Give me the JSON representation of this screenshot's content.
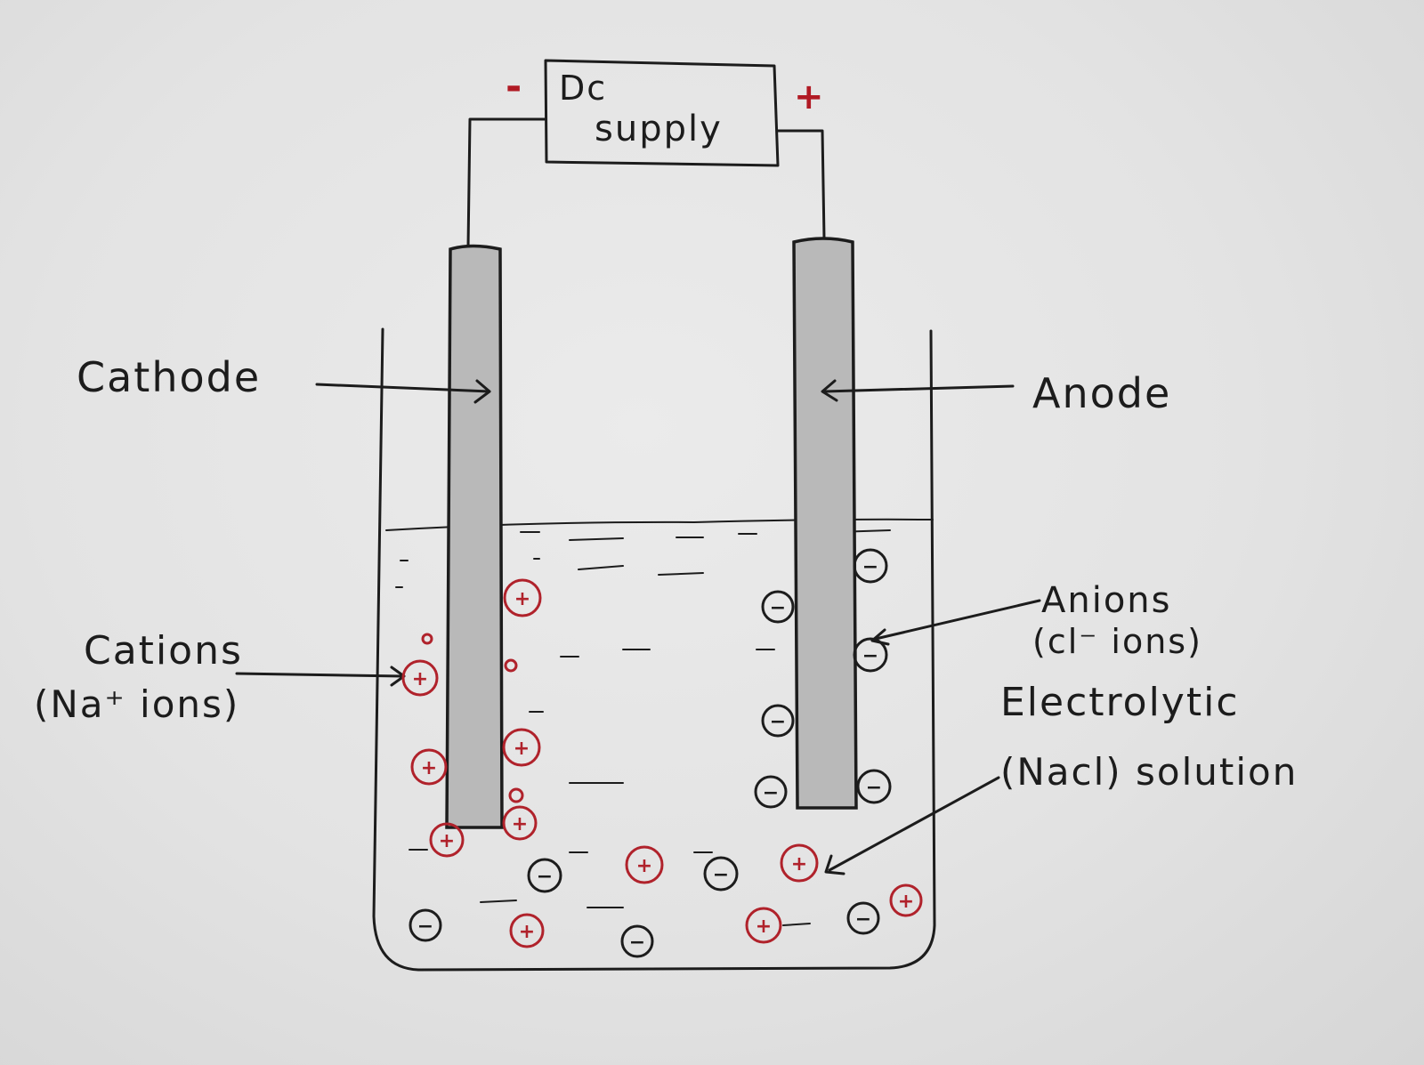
{
  "supply": {
    "label_line1": "Dc",
    "label_line2": "supply",
    "negative_sign": "-",
    "positive_sign": "+"
  },
  "labels": {
    "cathode": "Cathode",
    "anode": "Anode",
    "cations_line1": "Cations",
    "cations_line2": "(Na⁺ ions)",
    "anions_line1": "Anions",
    "anions_line2": "(cl⁻ ions)",
    "electrolyte_line1": "Electrolytic",
    "electrolyte_line2": "(Nacl) solution"
  },
  "ions": {
    "cation_symbol": "+",
    "anion_symbol": "−"
  },
  "colors": {
    "ink": "#1c1c1c",
    "cation_red": "#b0222b",
    "electrode_gray": "#b9b9b9",
    "paper": "#e6e6e6"
  }
}
